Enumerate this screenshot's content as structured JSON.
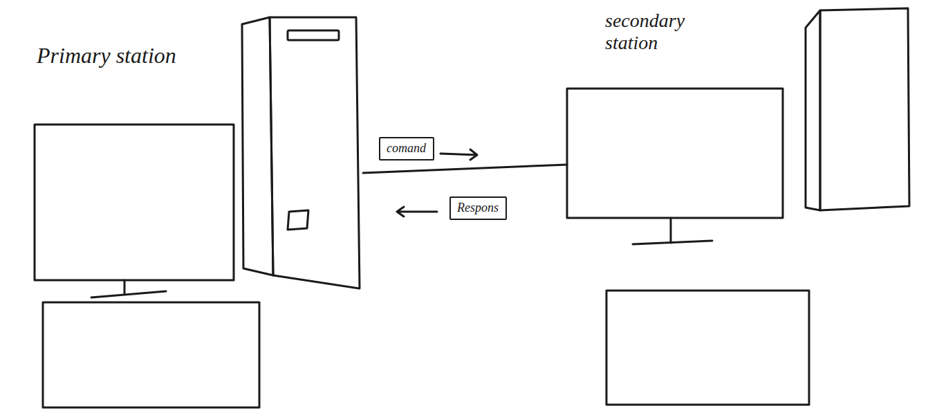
{
  "diagram": {
    "nodes": [
      {
        "text": [
          "Primary station"
        ]
      },
      {
        "text": [
          "secondary station"
        ]
      },
      {
        "text": [
          "comand"
        ]
      },
      {
        "text": [
          "Respons"
        ]
      }
    ],
    "edges": [
      {
        "from": 0,
        "to": 1,
        "arrow": "none"
      }
    ]
  }
}
